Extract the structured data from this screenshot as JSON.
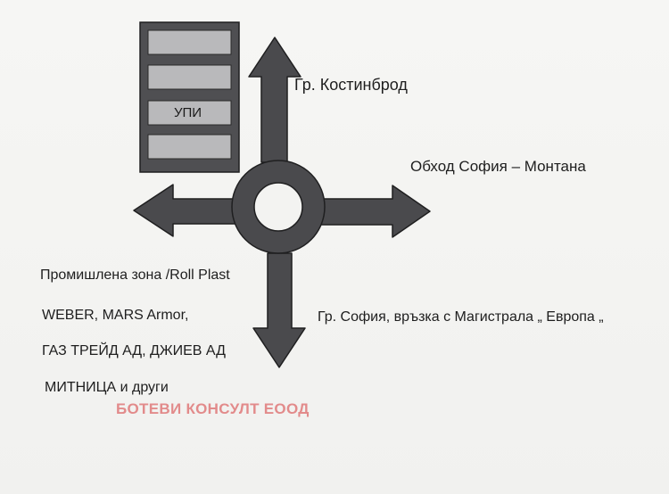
{
  "diagram": {
    "building": {
      "label": "УПИ"
    },
    "directions": {
      "north": "Гр. Костинброд",
      "east": "Обход  София – Монтана",
      "south": "Гр. София, връзка с Магистрала „ Европа „",
      "west": [
        "Промишлена зона /Roll Plast",
        "WEBER, MARS Armor,",
        "ГАЗ ТРЕЙД АД, ДЖИЕВ АД",
        "МИТНИЦА  и други"
      ]
    },
    "watermark": "БОТЕВИ КОНСУЛТ ЕООД"
  },
  "colors": {
    "road": "#4a4a4d",
    "road_stroke": "#1f1f20",
    "block": "#4f4f52",
    "block_slot": "#b9b9bb",
    "watermark": "#e07a7a"
  }
}
